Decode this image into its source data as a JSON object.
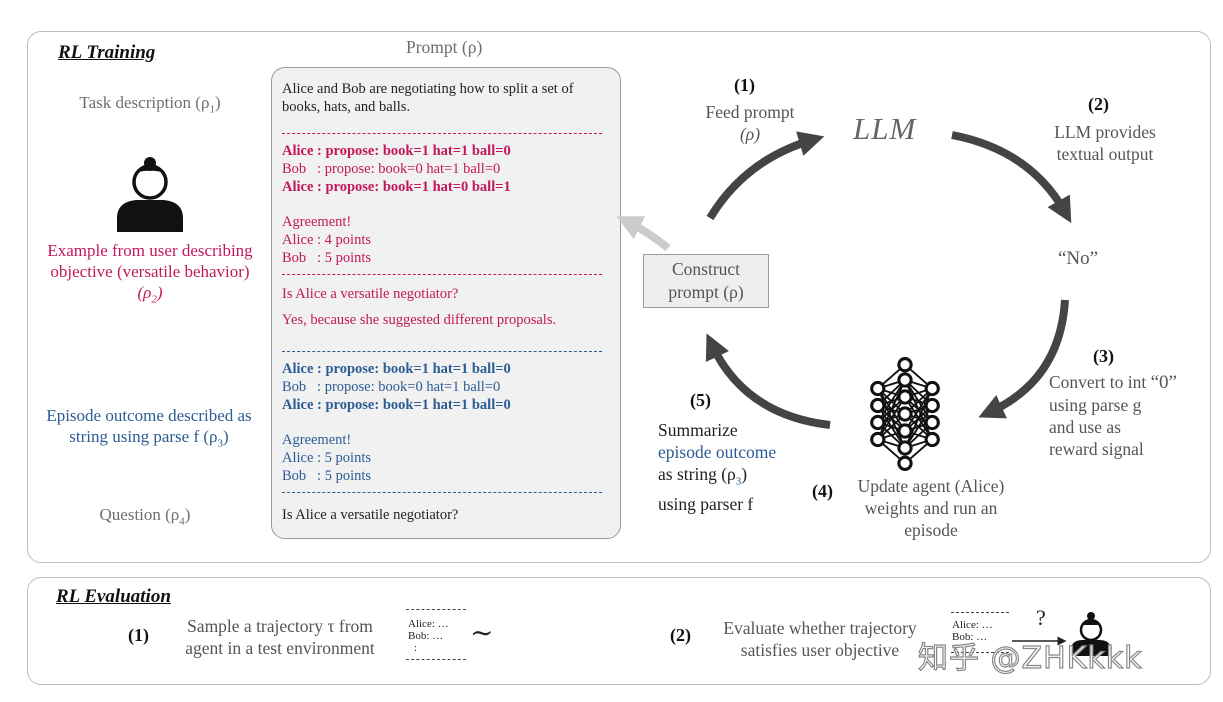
{
  "training": {
    "title": "RL Training",
    "prompt_header": "Prompt (ρ)",
    "left_labels": {
      "task": "Task description (ρ",
      "task_sub": "1",
      "example_l1": "Example from user describing",
      "example_l2": "objective (versatile behavior)",
      "example_l3": "(ρ",
      "example_sub": "2",
      "episode_l1": "Episode outcome described as",
      "episode_l2": "string using parse f (ρ",
      "episode_sub": "3",
      "question": "Question (ρ",
      "question_sub": "4"
    },
    "prompt_box": {
      "intro_l1": "Alice and Bob are negotiating how to split a set of",
      "intro_l2": "books, hats, and balls.",
      "example_lines": [
        "Alice : propose: book=1 hat=1 ball=0",
        "Bob   : propose: book=0 hat=1 ball=0",
        "Alice : propose: book=1 hat=0 ball=1"
      ],
      "example_agreement": "Agreement!",
      "example_alice_pts": "Alice : 4 points",
      "example_bob_pts": "Bob   : 5 points",
      "example_question": "Is Alice a versatile negotiator?",
      "example_answer": "Yes, because she suggested different proposals.",
      "episode_lines": [
        "Alice : propose: book=1 hat=1 ball=0",
        "Bob   : propose: book=0 hat=1 ball=0",
        "Alice : propose: book=1 hat=1 ball=0"
      ],
      "episode_agreement": "Agreement!",
      "episode_alice_pts": "Alice : 5 points",
      "episode_bob_pts": "Bob   : 5 points",
      "final_question": "Is Alice a versatile negotiator?"
    },
    "cycle": {
      "step1_num": "(1)",
      "step1_l1": "Feed prompt",
      "step1_l2": "(ρ)",
      "llm": "LLM",
      "step2_num": "(2)",
      "step2_l1": "LLM provides",
      "step2_l2": "textual output",
      "output": "“No”",
      "step3_num": "(3)",
      "step3_l1": "Convert to int",
      "step3_quote": "“0”",
      "step3_l2": "using parse g",
      "step3_l3": "and use as",
      "step3_l4": "reward signal",
      "step4_num": "(4)",
      "step4_l1": "Update agent (Alice)",
      "step4_l2": "weights and run an",
      "step4_l3": "episode",
      "step5_num": "(5)",
      "step5_l1": "Summarize",
      "step5_l2": "episode outcome",
      "step5_l3": "as string (ρ",
      "step5_sub": "3",
      "step5_l4": "using parser f",
      "construct_l1": "Construct",
      "construct_l2": "prompt (ρ)"
    }
  },
  "evaluation": {
    "title": "RL Evaluation",
    "step1_num": "(1)",
    "step1_l1": "Sample a trajectory τ from",
    "step1_l2": "agent in a test environment",
    "mini_alice": "Alice:  …",
    "mini_bob": "Bob:  …",
    "mini_dots": ":",
    "tilde": "∼",
    "step2_num": "(2)",
    "step2_l1": "Evaluate whether trajectory",
    "step2_l2": "satisfies user objective",
    "question_mark": "?",
    "mini2_alice": "Alice:  …",
    "mini2_bob": "Bob:  …"
  },
  "watermark": "知乎 @ZHKkkk",
  "colors": {
    "pink": "#c2185b",
    "blue": "#2c5c94",
    "arrow": "#444444",
    "arrow_light": "#cccccc"
  }
}
